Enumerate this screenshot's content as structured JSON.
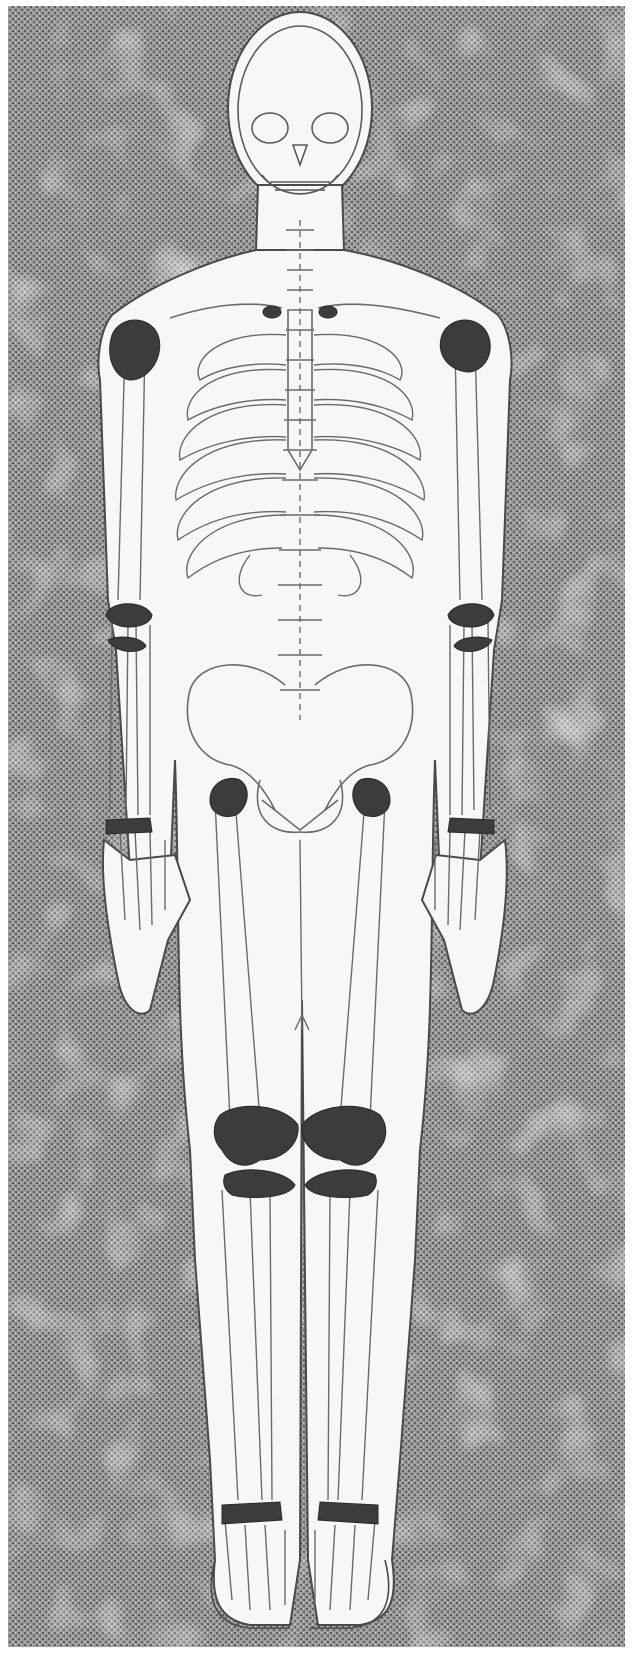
{
  "figure": {
    "subject": "skeleton-anterior-view",
    "colors": {
      "background_speckle": "#8c8c8c",
      "background_light": "#dcdcdc",
      "body_fill": "#f7f7f7",
      "outline": "#4a4a4a",
      "bone_line": "#6a6a6a",
      "joint_highlight": "#3c3c3c"
    },
    "highlighted_joints": [
      "right-shoulder",
      "left-shoulder",
      "right-sternoclavicular",
      "left-sternoclavicular",
      "right-elbow",
      "left-elbow",
      "right-wrist",
      "left-wrist",
      "right-hip",
      "left-hip",
      "right-knee",
      "left-knee",
      "right-ankle",
      "left-ankle"
    ]
  }
}
